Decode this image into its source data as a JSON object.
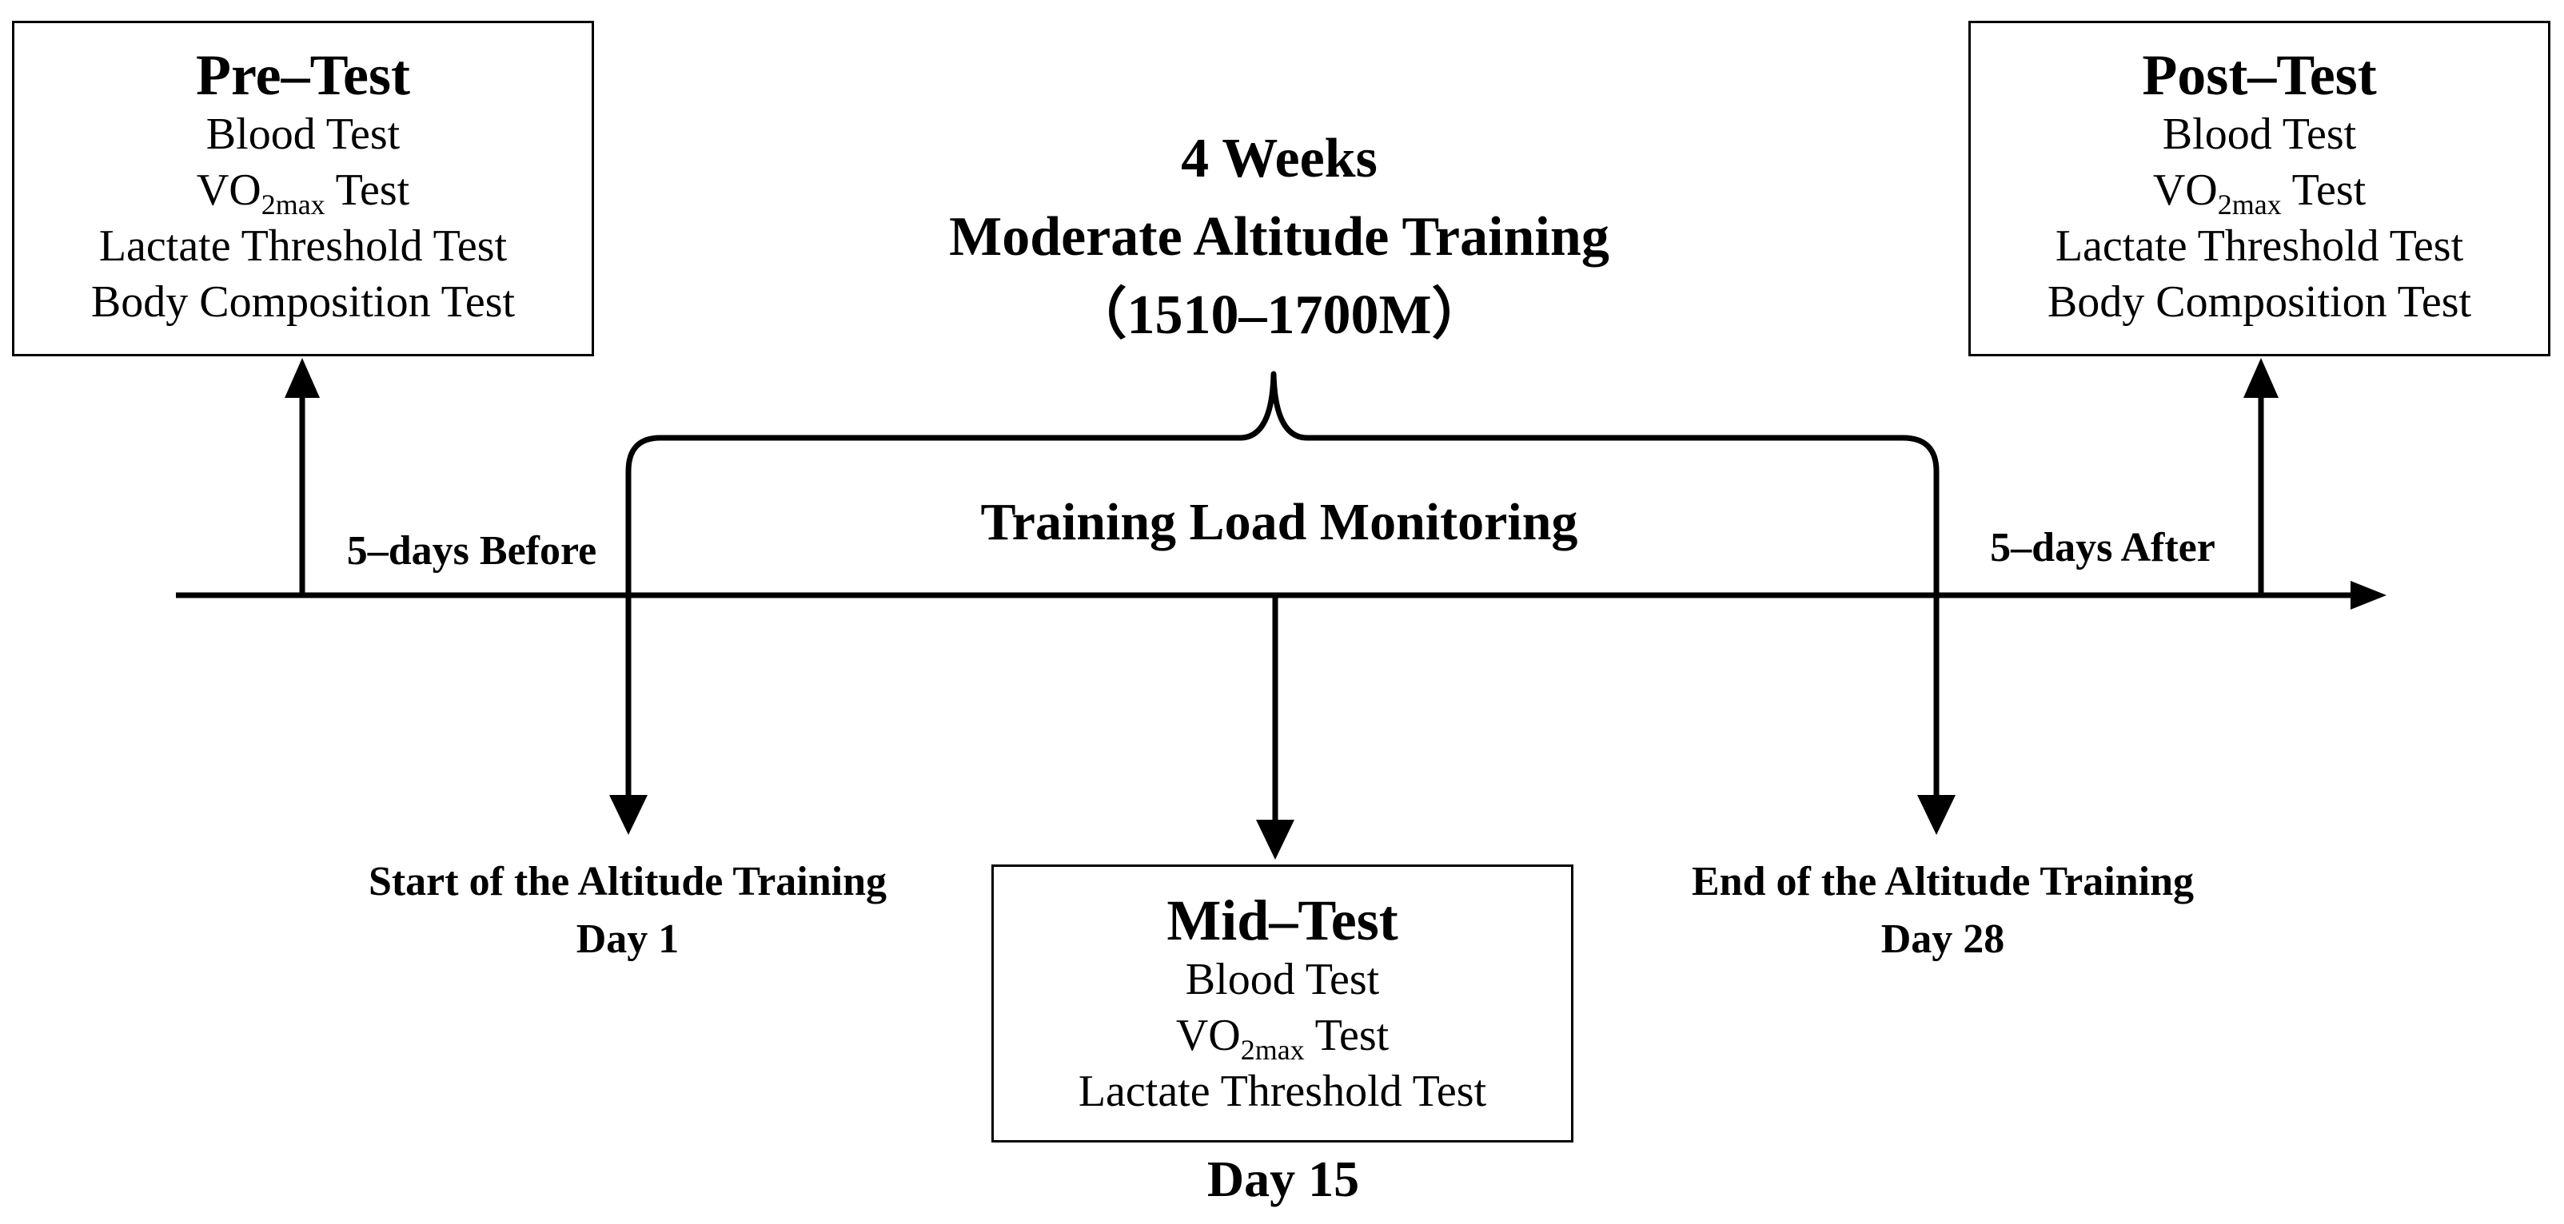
{
  "pre_test": {
    "title": "Pre–Test",
    "lines": [
      "Blood Test",
      "VO",
      "2max",
      " Test",
      "Lactate Threshold Test",
      "Body Composition Test"
    ]
  },
  "post_test": {
    "title": "Post–Test",
    "lines": [
      "Blood Test",
      "VO",
      "2max",
      " Test",
      "Lactate Threshold Test",
      "Body Composition Test"
    ]
  },
  "mid_test": {
    "title": "Mid–Test",
    "lines": [
      "Blood Test",
      "VO",
      "2max",
      " Test",
      "Lactate Threshold Test"
    ]
  },
  "training_block": {
    "line1": "4 Weeks",
    "line2": "Moderate Altitude Training",
    "line3": "（1510–1700M）"
  },
  "monitoring_label": "Training Load Monitoring",
  "before_label": "5–days Before",
  "after_label": "5–days After",
  "start_label": {
    "line1": "Start of the Altitude Training",
    "line2": "Day 1"
  },
  "end_label": {
    "line1": "End of the Altitude Training",
    "line2": "Day 28"
  },
  "mid_day_label": "Day 15",
  "colors": {
    "stroke": "#000000",
    "background": "#ffffff"
  }
}
